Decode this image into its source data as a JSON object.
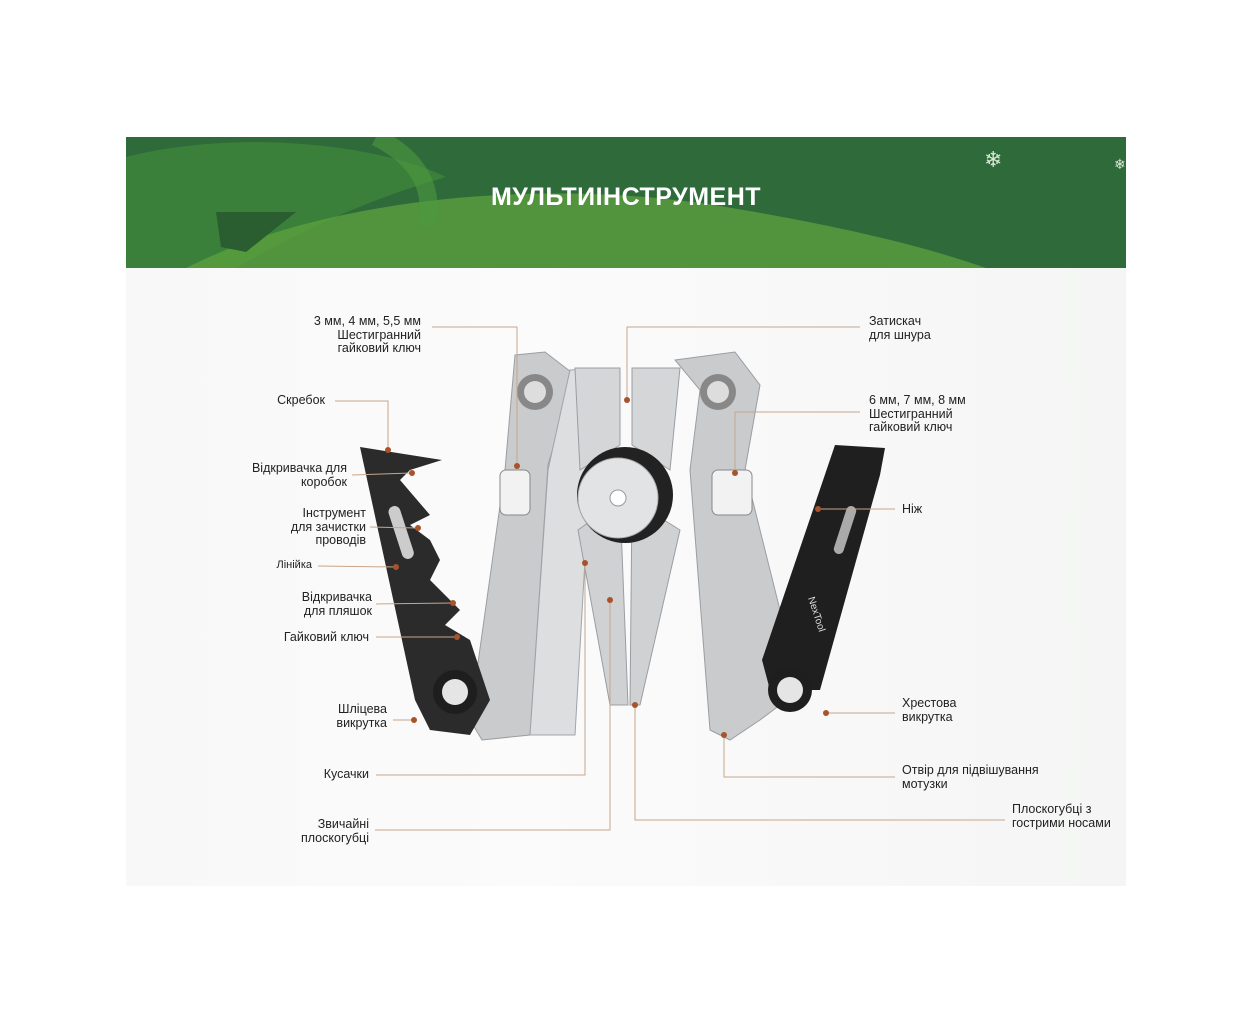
{
  "header": {
    "title": "МУЛЬТИІНСТРУМЕНТ"
  },
  "colors": {
    "banner": "#2f6a3a",
    "leader": "#c7a68c",
    "dot": "#a8532b"
  },
  "labels": {
    "hex_small": "3 мм, 4 мм, 5,5 мм\nШестигранний\nгайковий ключ",
    "scraper": "Скребок",
    "box_opener": "Відкривачка для\nкоробок",
    "wire_stripper": "Інструмент\nдля зачистки\nпроводів",
    "ruler": "Лінійка",
    "bottle_opener": "Відкривачка\nдля пляшок",
    "wrench": "Гайковий ключ",
    "flat_screwdriver": "Шліцева\nвикрутка",
    "cutters": "Кусачки",
    "pliers": "Звичайні\nплоскогубці",
    "cord_clamp": "Затискач\nдля шнура",
    "hex_large": "6 мм, 7 мм, 8 мм\nШестигранний\nгайковий ключ",
    "knife": "Ніж",
    "phillips_screwdriver": "Хрестова\nвикрутка",
    "lanyard_hole": "Отвір для підвішування\nмотузки",
    "needle_pliers": "Плоскогубці з\nгострими носами"
  },
  "tool": {
    "brand_logo": "NexTool"
  }
}
